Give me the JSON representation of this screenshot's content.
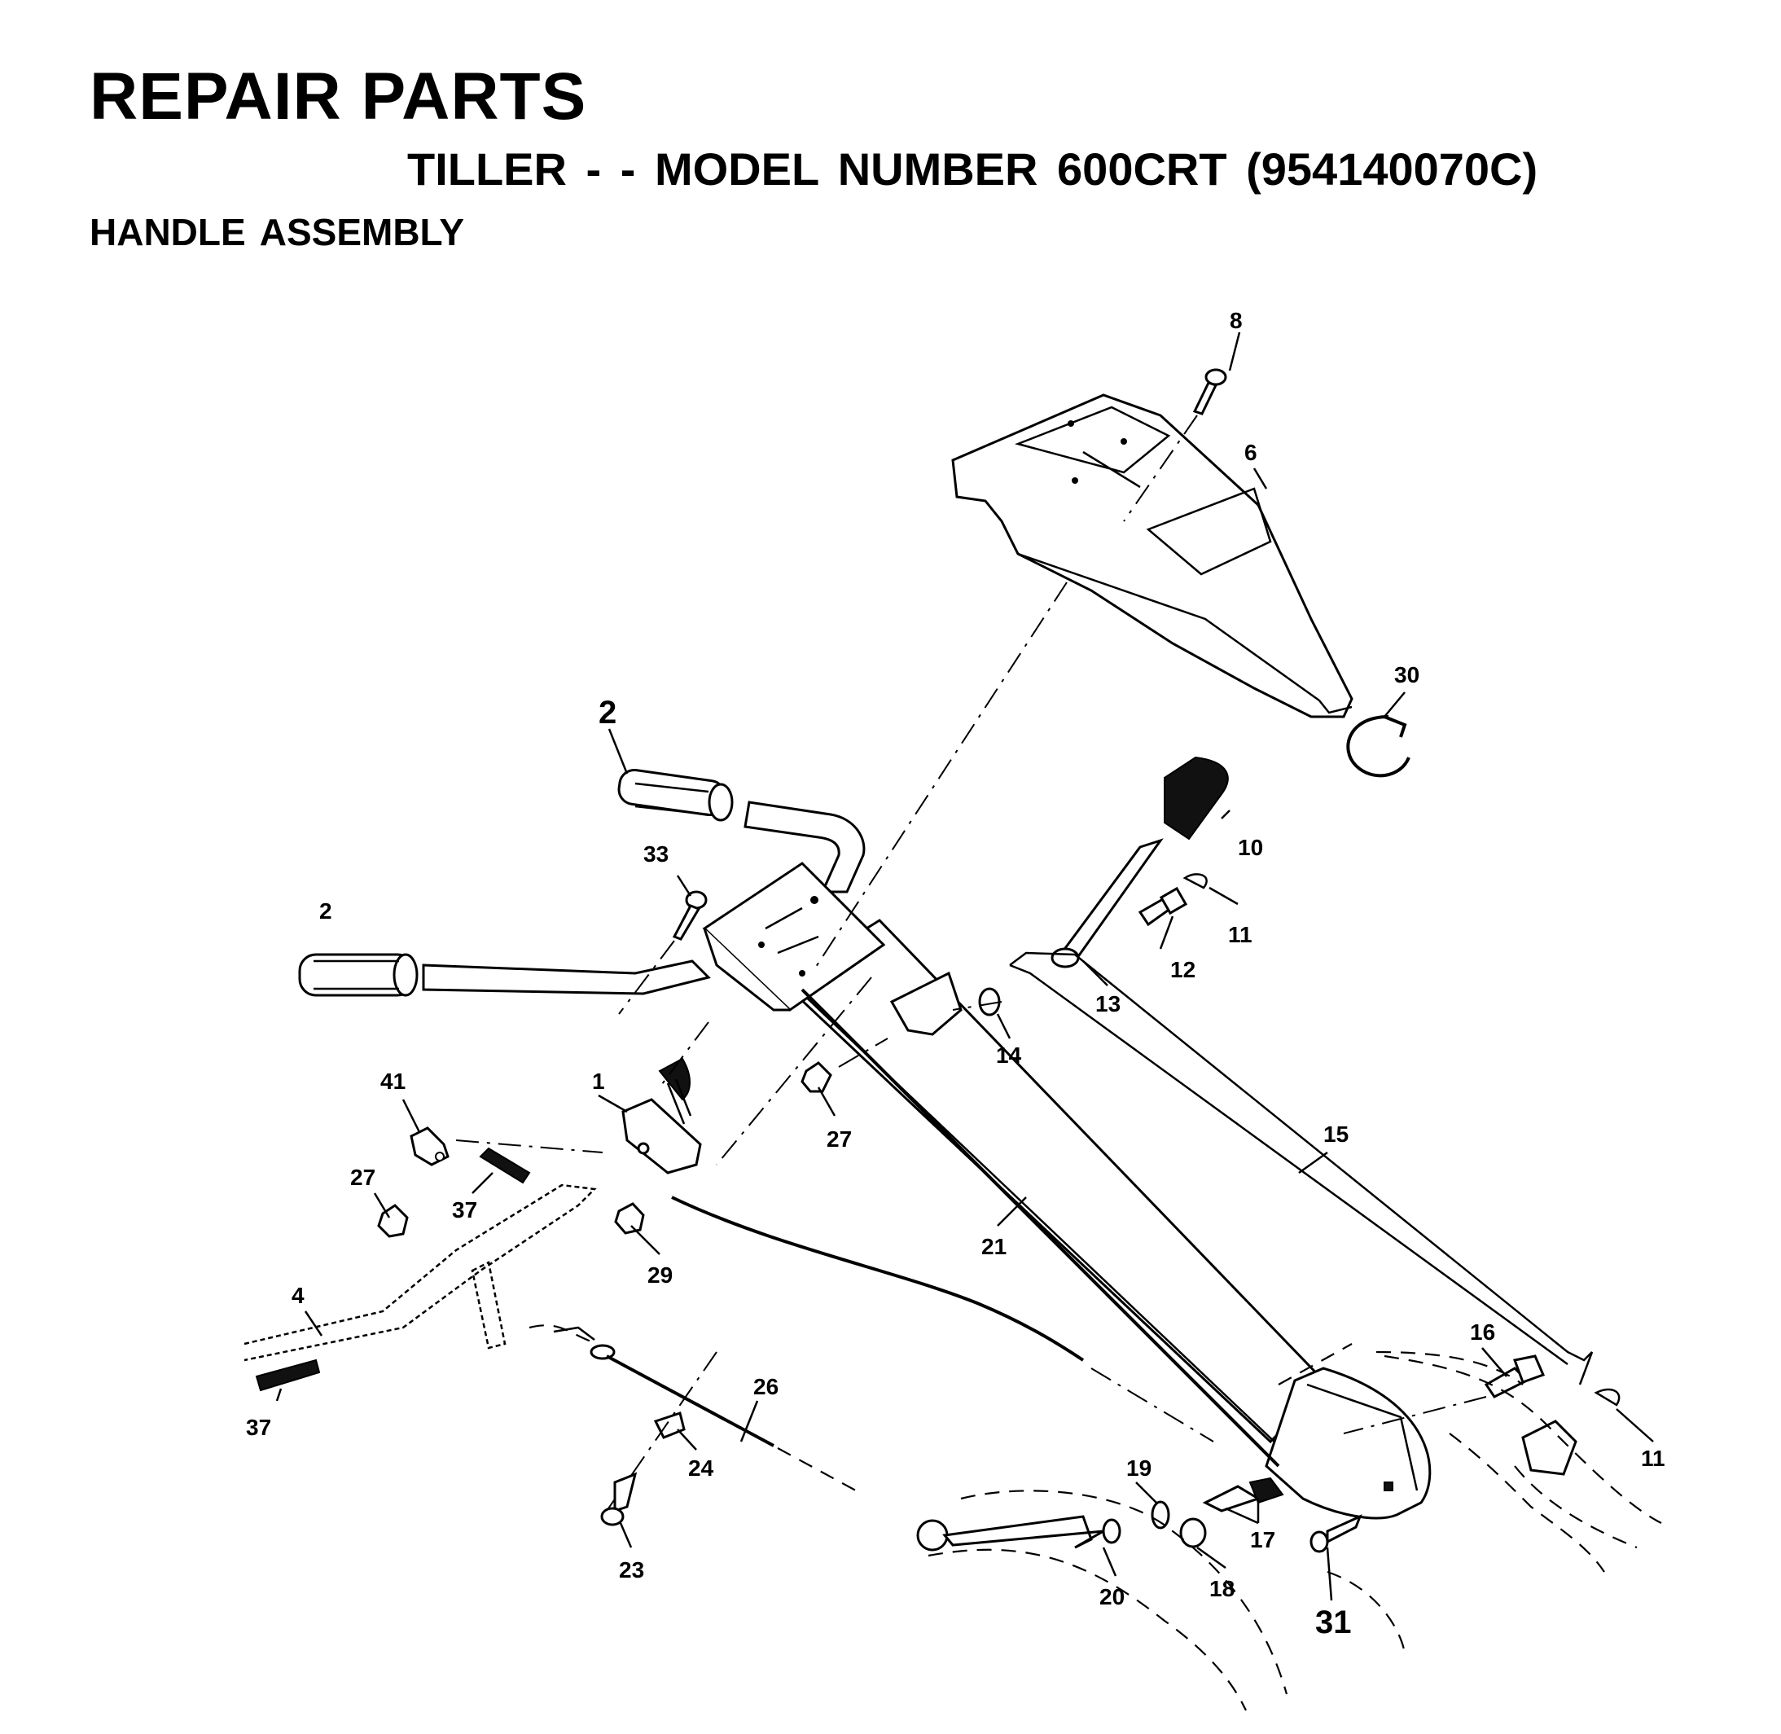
{
  "header": {
    "title": "REPAIR PARTS",
    "subtitle": "TILLER - - MODEL NUMBER 600CRT (954140070C)",
    "section": "HANDLE  ASSEMBLY"
  },
  "callouts": [
    {
      "id": "c8",
      "text": "8"
    },
    {
      "id": "c6",
      "text": "6"
    },
    {
      "id": "c30",
      "text": "30"
    },
    {
      "id": "c2a",
      "text": "2"
    },
    {
      "id": "c2b",
      "text": "2"
    },
    {
      "id": "c10",
      "text": "10"
    },
    {
      "id": "c11a",
      "text": "11"
    },
    {
      "id": "c12",
      "text": "12"
    },
    {
      "id": "c13",
      "text": "13"
    },
    {
      "id": "c33",
      "text": "33"
    },
    {
      "id": "c14",
      "text": "14"
    },
    {
      "id": "c27a",
      "text": "27"
    },
    {
      "id": "c41",
      "text": "41"
    },
    {
      "id": "c1",
      "text": "1"
    },
    {
      "id": "c27b",
      "text": "27"
    },
    {
      "id": "c37a",
      "text": "37"
    },
    {
      "id": "c29",
      "text": "29"
    },
    {
      "id": "c15",
      "text": "15"
    },
    {
      "id": "c21",
      "text": "21"
    },
    {
      "id": "c4",
      "text": "4"
    },
    {
      "id": "c26",
      "text": "26"
    },
    {
      "id": "c16",
      "text": "16"
    },
    {
      "id": "c11b",
      "text": "11"
    },
    {
      "id": "c37b",
      "text": "37"
    },
    {
      "id": "c24",
      "text": "24"
    },
    {
      "id": "c19",
      "text": "19"
    },
    {
      "id": "c17",
      "text": "17"
    },
    {
      "id": "c23",
      "text": "23"
    },
    {
      "id": "c18",
      "text": "18"
    },
    {
      "id": "c20",
      "text": "20"
    },
    {
      "id": "c31",
      "text": "31"
    }
  ]
}
